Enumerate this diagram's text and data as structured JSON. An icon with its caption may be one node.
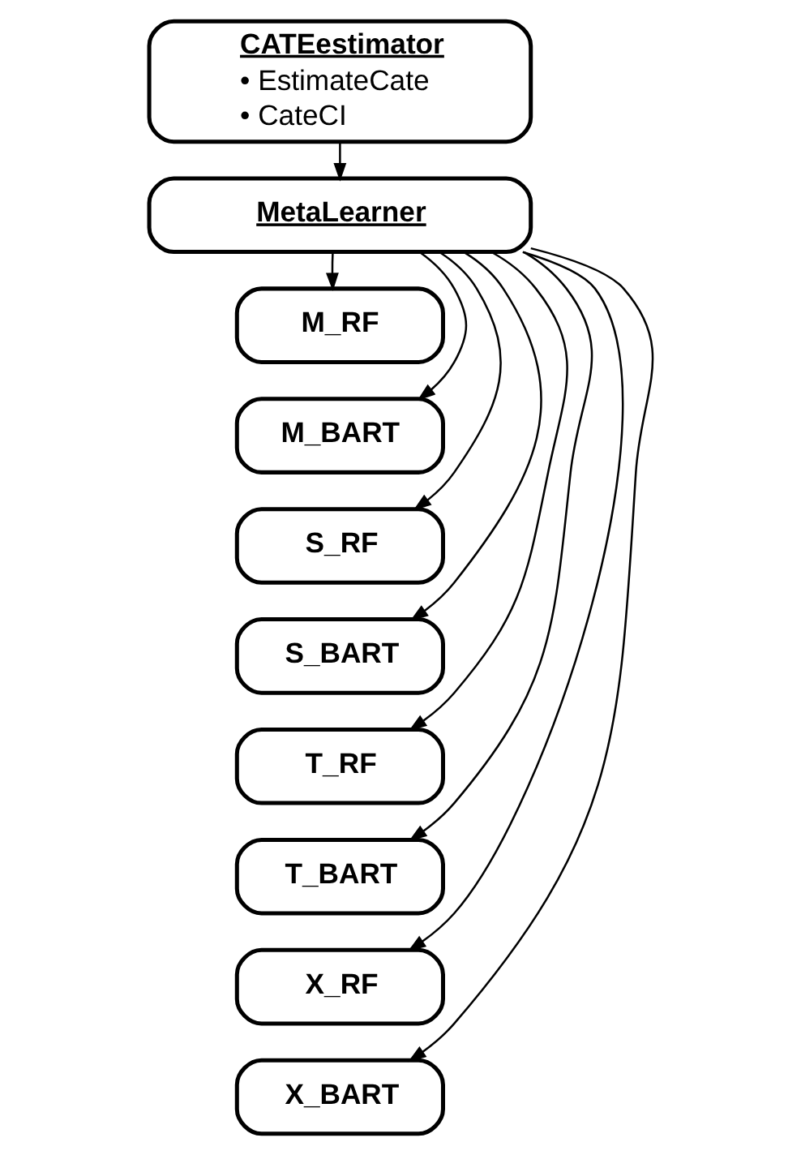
{
  "diagram": {
    "nodes": [
      {
        "text": [
          "CATEestimator",
          "• EstimateCate",
          "• CateCI"
        ]
      },
      {
        "text": [
          "MetaLearner"
        ]
      },
      {
        "text": [
          "M_RF"
        ]
      },
      {
        "text": [
          "M_BART"
        ]
      },
      {
        "text": [
          "S_RF"
        ]
      },
      {
        "text": [
          "S_BART"
        ]
      },
      {
        "text": [
          "T_RF"
        ]
      },
      {
        "text": [
          "T_BART"
        ]
      },
      {
        "text": [
          "X_RF"
        ]
      },
      {
        "text": [
          "X_BART"
        ]
      }
    ],
    "edges": [
      {
        "from": 0,
        "to": 1,
        "arrow": "to"
      },
      {
        "from": 1,
        "to": 2,
        "arrow": "to"
      },
      {
        "from": 1,
        "to": 3,
        "arrow": "to"
      },
      {
        "from": 1,
        "to": 4,
        "arrow": "to"
      },
      {
        "from": 1,
        "to": 5,
        "arrow": "to"
      },
      {
        "from": 1,
        "to": 6,
        "arrow": "to"
      },
      {
        "from": 1,
        "to": 7,
        "arrow": "to"
      },
      {
        "from": 1,
        "to": 8,
        "arrow": "to"
      },
      {
        "from": 1,
        "to": 9,
        "arrow": "to"
      }
    ]
  }
}
